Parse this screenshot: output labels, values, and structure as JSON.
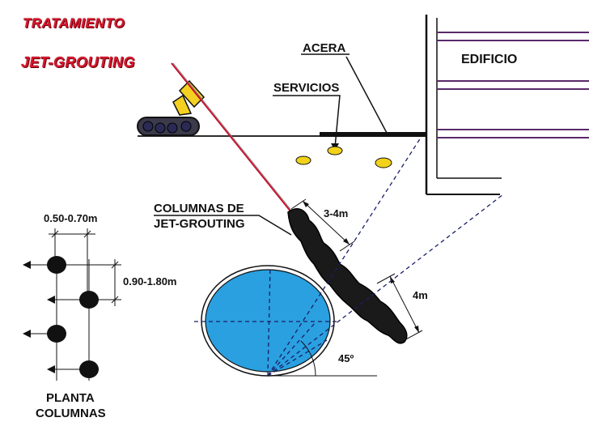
{
  "title": {
    "line1": "TRATAMIENTO",
    "line2": "JET-GROUTING"
  },
  "labels": {
    "acera": "ACERA",
    "servicios": "SERVICIOS",
    "edificio": "EDIFICIO",
    "columnas_line1": "COLUMNAS DE",
    "columnas_line2": "JET-GROUTING",
    "dim_3_4": "3-4m",
    "dim_4m": "4m",
    "angle": "45º",
    "spacing_h": "0.50-0.70m",
    "spacing_v": "0.90-1.80m",
    "planta_line1": "PLANTA",
    "planta_line2": "COLUMNAS"
  },
  "colors": {
    "title_red": "#d8162a",
    "tunnel_blue": "#2aa0e0",
    "service_yellow": "#f2d21a",
    "drill_yellow": "#f4d020",
    "rod_red": "#c8102e",
    "building_purple": "#5a2a6a",
    "grout_black": "#1a1a1a"
  }
}
